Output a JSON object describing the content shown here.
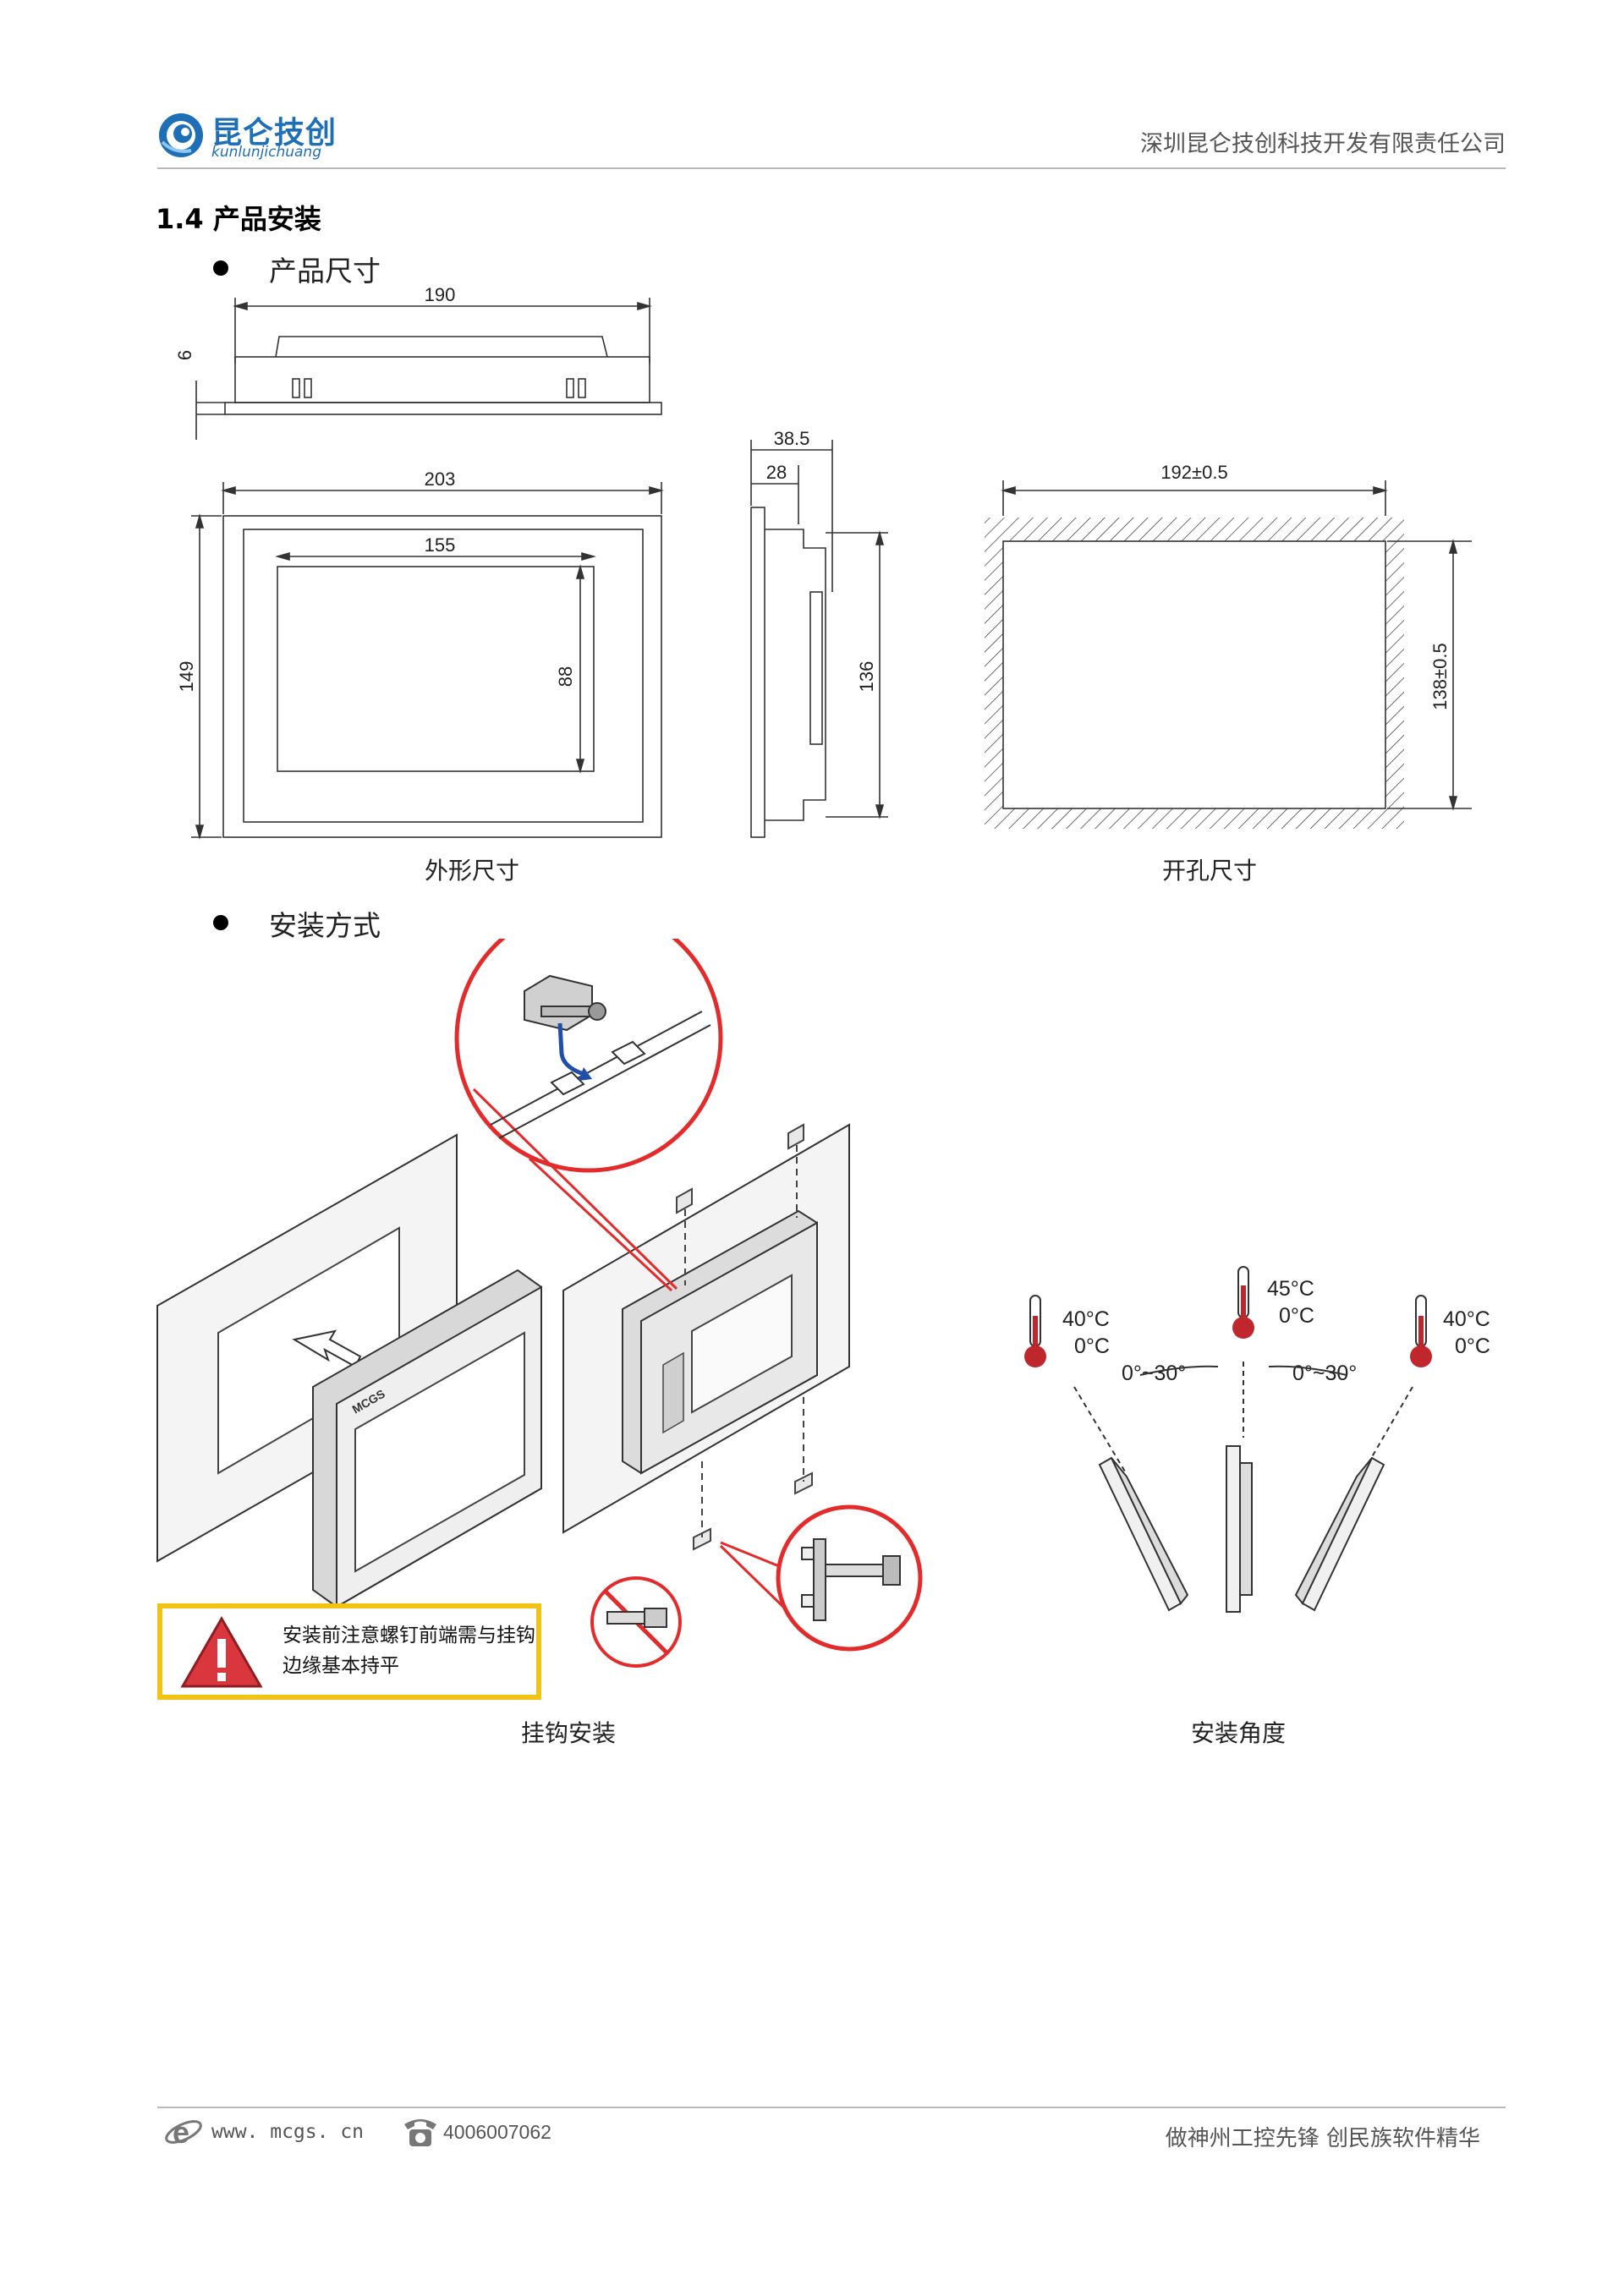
{
  "header": {
    "logo_cn": "昆仑技创",
    "logo_en": "kunlunjichuang",
    "company": "深圳昆仑技创科技开发有限责任公司"
  },
  "section": {
    "number": "1.4",
    "title": "产品安装",
    "title_full": "1.4  产品安装"
  },
  "bullets": {
    "dimensions": "产品尺寸",
    "mounting": "安装方式"
  },
  "dimensions": {
    "top_width": "190",
    "top_height": "6",
    "front_width": "203",
    "front_height": "149",
    "screen_width": "155",
    "screen_height": "88",
    "side_depth_total": "38.5",
    "side_depth": "28",
    "side_height": "136",
    "cutout_width": "192±0.5",
    "cutout_height": "138±0.5"
  },
  "captions": {
    "outline": "外形尺寸",
    "cutout": "开孔尺寸",
    "hook": "挂钩安装",
    "angle": "安装角度"
  },
  "warning": {
    "text": "安装前注意螺钉前端需与挂钩边缘基本持平"
  },
  "mounting_angles": {
    "left_temp": "40°C",
    "left_temp_low": "0°C",
    "center_temp": "45°C",
    "center_temp_low": "0°C",
    "right_temp": "40°C",
    "right_temp_low": "0°C",
    "left_range": "0°~30°",
    "right_range": "0°~30°"
  },
  "device_brand": "MCGS",
  "footer": {
    "website": "www. mcgs. cn",
    "phone": "4006007062",
    "slogan": "做神州工控先锋 创民族软件精华"
  },
  "colors": {
    "brand_blue": "#1f6fb7",
    "warning_yellow": "#f2c313",
    "warning_red": "#d9363e",
    "callout_red": "#e32b2b",
    "thermo_red": "#c0272d"
  }
}
